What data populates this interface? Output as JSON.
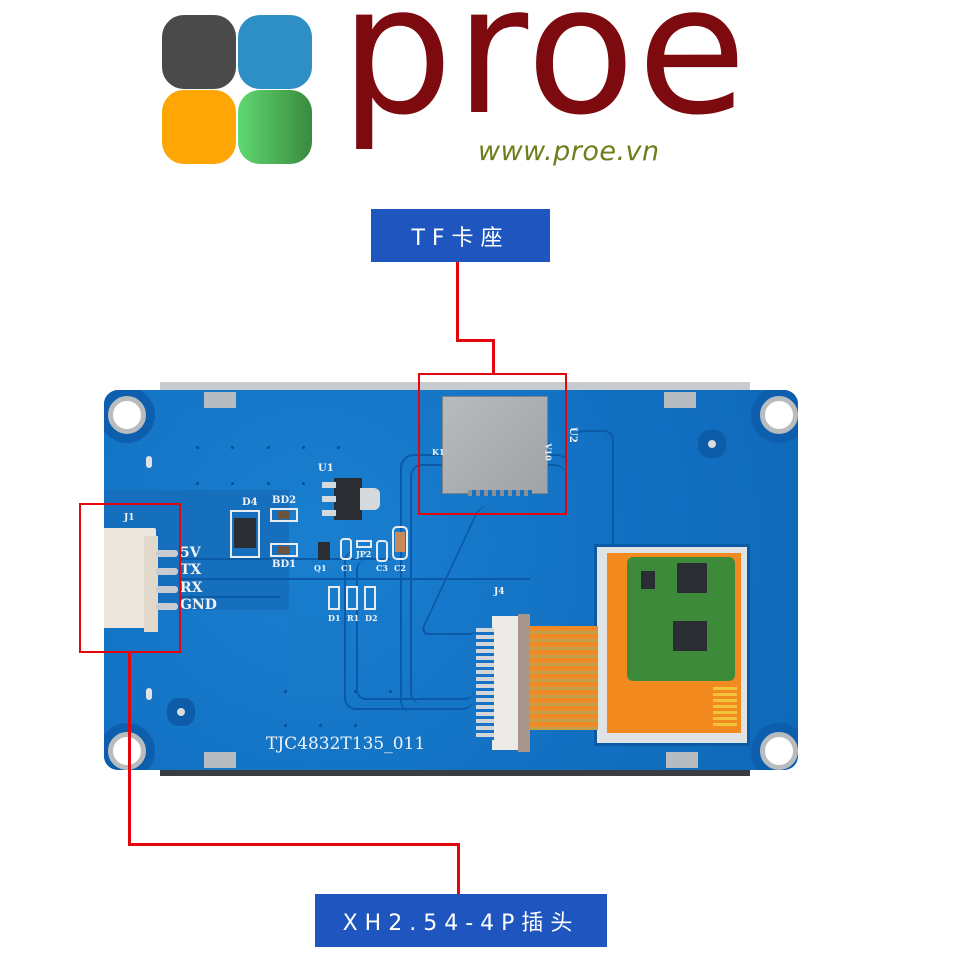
{
  "logo": {
    "wordmark": "proe",
    "url": "www.proe.vn",
    "squares": [
      {
        "name": "dark-gray",
        "color": "#4a4a4a"
      },
      {
        "name": "blue",
        "color": "#2d8fc4"
      },
      {
        "name": "orange",
        "color": "#fda606"
      },
      {
        "name": "green",
        "color": "#4cae52"
      }
    ],
    "wordmark_color": "#7d0a0e",
    "url_color": "#6f7d1c"
  },
  "callouts": {
    "tf_slot": {
      "label": "TF卡座",
      "color": "#1e55be"
    },
    "xh_connector": {
      "label": "XH2.54-4P插头",
      "color": "#1e55be"
    }
  },
  "highlight_color": "#e3070d",
  "board": {
    "color": "#1473c4",
    "model": "TJC4832T135_011",
    "silkscreen": {
      "j1": "J1",
      "pins": [
        "5V",
        "TX",
        "RX",
        "GND"
      ],
      "d4": "D4",
      "bd2": "BD2",
      "bd1": "BD1",
      "u1": "U1",
      "q1": "Q1",
      "c1": "C1",
      "jp2": "JP2",
      "c3": "C3",
      "c2": "C2",
      "d1": "D1",
      "r1": "R1",
      "d2": "D2",
      "j4": "J4",
      "k1": "K1",
      "v10": "V10",
      "u2": "U2"
    }
  }
}
